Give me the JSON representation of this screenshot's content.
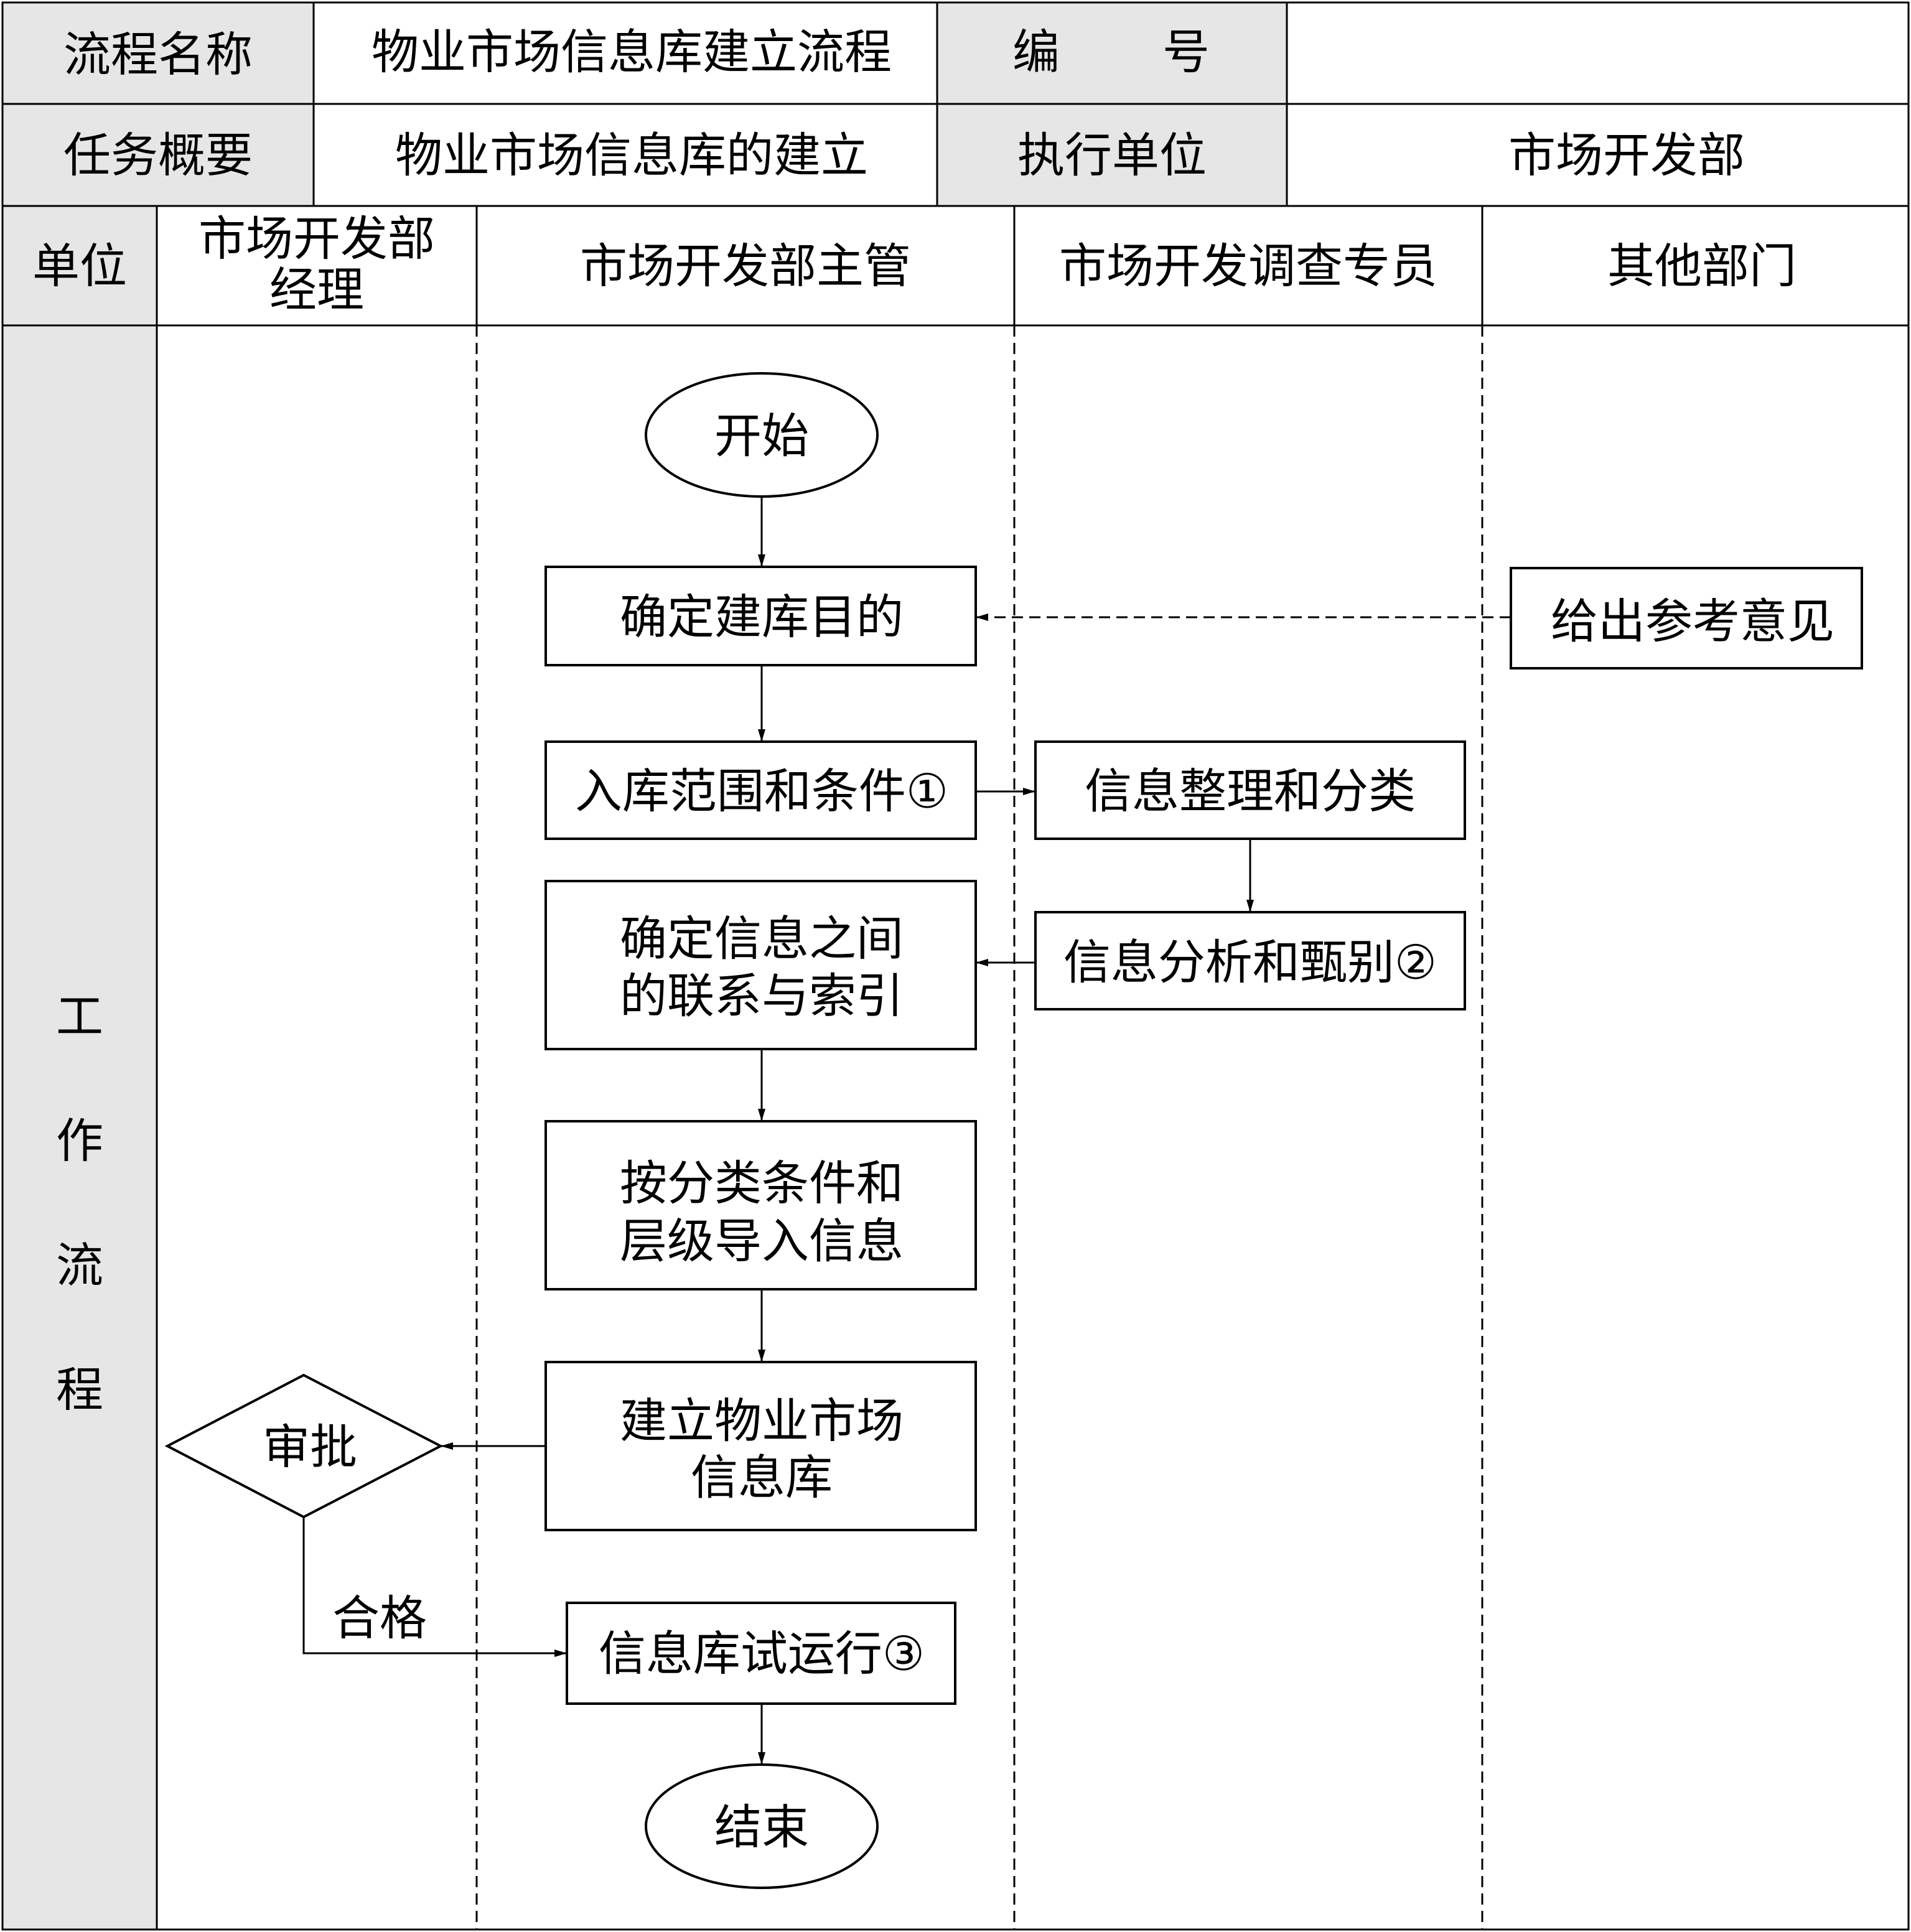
{
  "header": {
    "row1": {
      "process_name_label": "流程名称",
      "process_name_value": "物业市场信息库建立流程",
      "number_label": [
        "编",
        "号"
      ],
      "number_value": ""
    },
    "row2": {
      "task_summary_label": "任务概要",
      "task_summary_value": "物业市场信息库的建立",
      "executing_unit_label": "执行单位",
      "executing_unit_value": "市场开发部"
    },
    "row3": {
      "unit_label": "单位",
      "lane1_lines": [
        "市场开发部",
        "经理"
      ],
      "lane2": "市场开发部主管",
      "lane3": "市场开发调查专员",
      "lane4": "其他部门"
    }
  },
  "workflow_label_chars": [
    "工",
    "作",
    "流",
    "程"
  ],
  "nodes": {
    "start": "开始",
    "define_purpose": "确定建库目的",
    "scope_conditions": "入库范围和条件①",
    "organize_classify": "信息整理和分类",
    "relations_lines": [
      "确定信息之间",
      "的联系与索引"
    ],
    "analyze_identify": "信息分析和甄别②",
    "import_lines": [
      "按分类条件和",
      "层级导入信息"
    ],
    "build_lines": [
      "建立物业市场",
      "信息库"
    ],
    "approve": "审批",
    "pass_label": "合格",
    "trial_run": "信息库试运行③",
    "reference_opinion": "给出参考意见",
    "end": "结束"
  },
  "colors": {
    "label_fill": "#e6e6e6",
    "line": "#000000",
    "background": "#ffffff"
  }
}
